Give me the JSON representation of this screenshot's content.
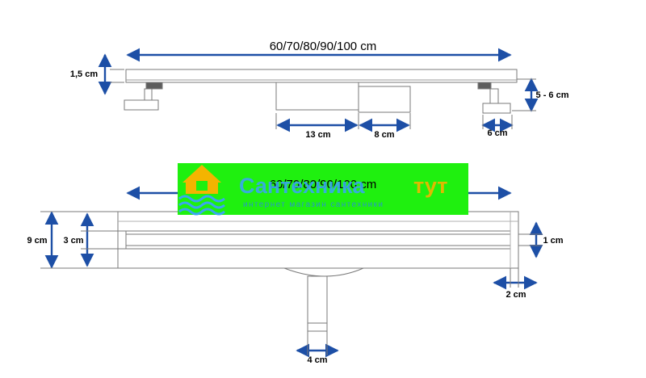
{
  "colors": {
    "arrow": "#1d4fa6",
    "outline": "#7a7a7a",
    "watermark_bg": "#1ff00f",
    "watermark_title_a": "#3aa6f0",
    "watermark_title_b": "#f4b400",
    "watermark_sub": "#2a8fd8"
  },
  "top_view": {
    "length_label": "60/70/80/90/100 cm",
    "height_label": "1,5 cm",
    "leg_height_label": "5 - 6 cm",
    "outlet_a_label": "13 cm",
    "outlet_b_label": "8 cm",
    "foot_label": "6 cm"
  },
  "bottom_view": {
    "length_label": "60/70/80/90/100 cm",
    "total_height_label": "9 cm",
    "channel_height_label": "3 cm",
    "grate_height_label": "1 cm",
    "edge_label": "2 cm",
    "pipe_label": "4 cm"
  },
  "watermark": {
    "title_a": "Сантехника",
    "title_b": "тут",
    "subtitle": "интернет магазин сантехники",
    "logo_icon": "house-waves-icon"
  }
}
